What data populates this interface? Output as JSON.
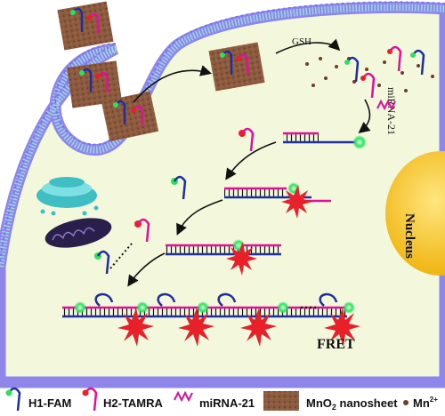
{
  "labels": {
    "gsh": "GSH",
    "mirna": "miRNA-21",
    "nucleus": "Nucleus",
    "fret": "FRET"
  },
  "legend": {
    "h1": "H1-FAM",
    "h2": "H2-TAMRA",
    "mirna": "miRNA-21",
    "nanosheet_prefix": "MnO",
    "nanosheet_sub": "2",
    "nanosheet_suffix": " nanosheet",
    "mn_base": "Mn",
    "mn_sup": "2+"
  },
  "colors": {
    "cytoplasm": "#f3f8dc",
    "membrane_outer": "#8e86ea",
    "membrane_tails": "#9ad8e3",
    "strand_blue": "#1d2e9e",
    "strand_magenta": "#e0109a",
    "fam_green": "#2fe060",
    "tamra_red": "#e8202a",
    "nanosheet": "#8c5a3e",
    "nucleus": "#f6c21c"
  },
  "icons": [
    "h1-hairpin-icon",
    "h2-hairpin-icon",
    "mirna-icon",
    "nanosheet-icon",
    "mn-ion-icon",
    "endoplasmic-reticulum-icon",
    "mitochondrion-icon",
    "fret-star-icon"
  ]
}
